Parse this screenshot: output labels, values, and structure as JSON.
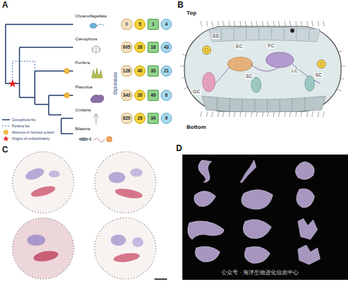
{
  "diagram": {
    "nodes": [
      {
        "text": [
          "0"
        ]
      },
      {
        "text": [
          "5"
        ]
      },
      {
        "text": [
          "1"
        ]
      },
      {
        "text": [
          "4"
        ]
      },
      {
        "text": [
          "605"
        ]
      },
      {
        "text": [
          "26"
        ]
      },
      {
        "text": [
          "18"
        ]
      },
      {
        "text": [
          "43"
        ]
      },
      {
        "text": [
          "126"
        ]
      },
      {
        "text": [
          "40"
        ]
      },
      {
        "text": [
          "33"
        ]
      },
      {
        "text": [
          "21"
        ]
      },
      {
        "text": [
          "343"
        ]
      },
      {
        "text": [
          "20"
        ]
      },
      {
        "text": [
          "49"
        ]
      },
      {
        "text": [
          "6"
        ]
      },
      {
        "text": [
          "820"
        ]
      },
      {
        "text": [
          "29"
        ]
      },
      {
        "text": [
          "34"
        ]
      },
      {
        "text": [
          "9"
        ]
      }
    ],
    "labels": [
      "A",
      "B",
      "C",
      "D",
      "Choanoflagellata",
      "Ctenophora",
      "Porifera",
      "Placozoa",
      "Cnidaria",
      "Bilateria",
      "Diploblasta",
      "Top",
      "Bottom",
      "SS",
      "EC",
      "FC",
      "LC",
      "GC",
      "SC",
      "SC",
      "公众号 · 海洋生物进化信息中心"
    ],
    "legend": [
      {
        "text": "Ctenophora fist"
      },
      {
        "text": "Porifera fist"
      },
      {
        "text": "Absence of nervous system"
      },
      {
        "text": "Origins of multicellularity"
      }
    ]
  }
}
